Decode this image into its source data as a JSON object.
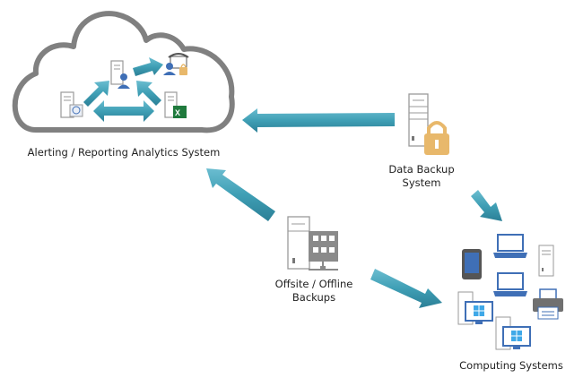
{
  "diagram": {
    "title": "",
    "nodes": [
      {
        "id": "analytics",
        "label": "Alerting / Reporting  Analytics System",
        "icon": "cloud-icon",
        "contains": [
          "analytics-server-icon",
          "support-agent-server-icon",
          "phone-user-lock-icon",
          "excel-server-icon"
        ]
      },
      {
        "id": "backup",
        "label_line1": "Data Backup",
        "label_line2": "System",
        "icon": "server-lock-icon"
      },
      {
        "id": "offsite",
        "label_line1": "Offsite / Offline",
        "label_line2": "Backups",
        "icon": "server-network-icon"
      },
      {
        "id": "computing",
        "label": "Computing Systems",
        "icon": "device-group-icon",
        "contains": [
          "tablet-icon",
          "laptop-icon",
          "laptop-icon",
          "tower-server-icon",
          "desktop-windows-icon",
          "desktop-windows-icon",
          "printer-icon"
        ]
      }
    ],
    "edges": [
      {
        "from": "backup",
        "to": "analytics"
      },
      {
        "from": "offsite",
        "to": "analytics"
      },
      {
        "from": "backup",
        "to": "computing"
      },
      {
        "from": "offsite",
        "to": "computing"
      }
    ],
    "colors": {
      "arrow": "#3f9fb5",
      "arrow_dark": "#2b7f96",
      "cloud_outline": "#808080",
      "server_outline": "#9a9a9a",
      "lock": "#e8b86b",
      "device_blue": "#3f6fb6",
      "excel_green": "#1f7a3d"
    }
  }
}
